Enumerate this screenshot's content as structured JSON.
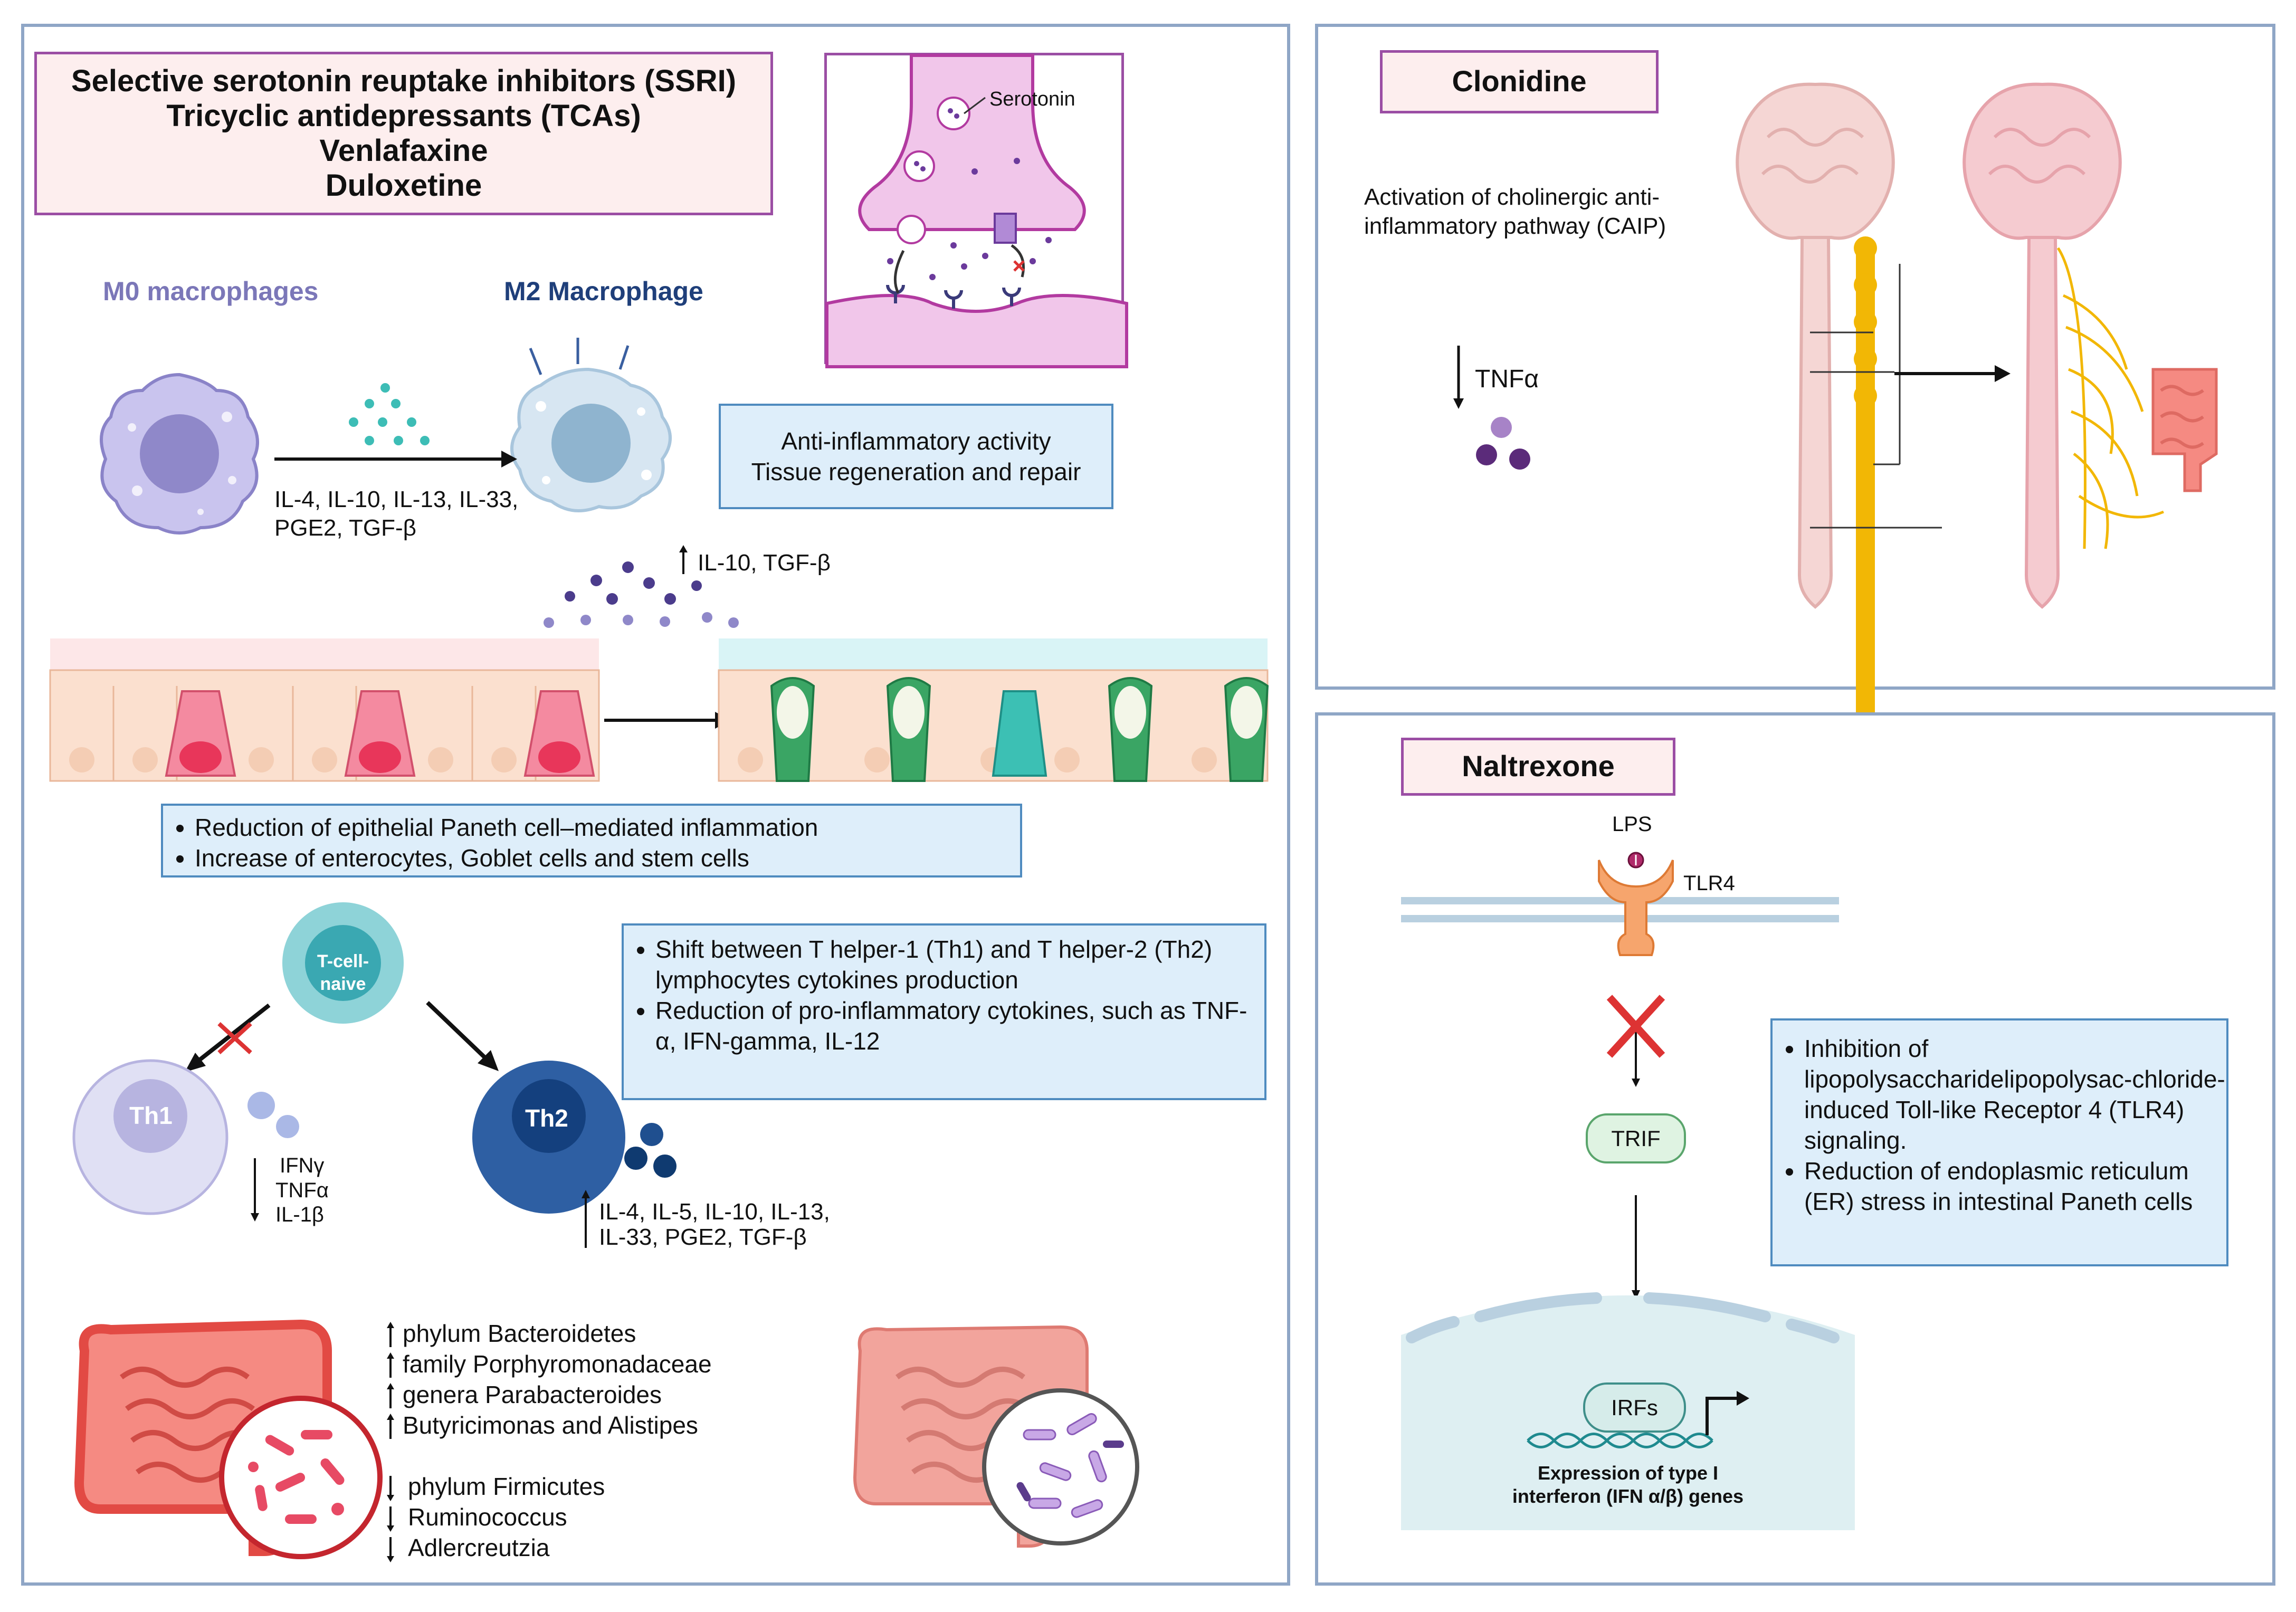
{
  "left_panel": {
    "drug_lines": [
      "Selective serotonin reuptake inhibitors (SSRI)",
      "Tricyclic antidepressants (TCAs)",
      "Venlafaxine",
      "Duloxetine"
    ],
    "synapse_label": "Serotonin",
    "m0_label": "M0 macrophages",
    "m2_label": "M2 Macrophage",
    "m2_inducers": [
      "IL-4, IL-10, IL-13, IL-33,",
      "PGE2, TGF-β"
    ],
    "m2_effects": [
      "Anti-inflammatory activity",
      "Tissue regeneration and repair"
    ],
    "m2_secretion": "IL-10, TGF-β",
    "epithelium_effects": [
      "Reduction of epithelial Paneth cell–mediated inflammation",
      "Increase of enterocytes, Goblet cells and stem cells"
    ],
    "tcell_label": [
      "T-cell-",
      "naive"
    ],
    "th1_label": "Th1",
    "th2_label": "Th2",
    "th1_cytokines": [
      "IFNγ",
      "TNFα",
      "IL-1β"
    ],
    "th2_cytokines": [
      "IL-4, IL-5, IL-10, IL-13,",
      "IL-33, PGE2, TGF-β"
    ],
    "th_effects": [
      "Shift between T helper-1 (Th1) and T helper-2 (Th2) lymphocytes cytokines production",
      "Reduction of pro-inflammatory cytokines, such as TNF-α, IFN-gamma, IL-12"
    ],
    "microbiota_up": [
      "phylum Bacteroidetes",
      "family Porphyromonadaceae",
      "genera Parabacteroides",
      "Butyricimonas and Alistipes"
    ],
    "microbiota_down": [
      "phylum Firmicutes",
      "Ruminococcus",
      "Adlercreutzia"
    ]
  },
  "clonidine_panel": {
    "drug": "Clonidine",
    "mechanism": [
      "Activation of cholinergic anti-",
      "inflammatory pathway (CAIP)"
    ],
    "effect": "TNFα"
  },
  "naltrexone_panel": {
    "drug": "Naltrexone",
    "lps_label": "LPS",
    "tlr4_label": "TLR4",
    "trif_label": "TRIF",
    "irfs_label": "IRFs",
    "expression": [
      "Expression of type I",
      "interferon (IFN α/β) genes"
    ],
    "effects": [
      "Inhibition of lipopolysaccharidelipopolysac-chloride-induced Toll-like Receptor 4 (TLR4) signaling.",
      "Reduction of endoplasmic reticulum (ER) stress in intestinal Paneth cells"
    ]
  },
  "colors": {
    "panel_border": "#8fa6c6",
    "drug_box_fill": "#fdeeee",
    "drug_box_border": "#9b4ea4",
    "note_fill": "#deeefa",
    "note_border": "#4f8bbf",
    "m0_color": "#7b77b8",
    "m2_color": "#1f3f7a",
    "nerve_yellow": "#f2b705"
  }
}
